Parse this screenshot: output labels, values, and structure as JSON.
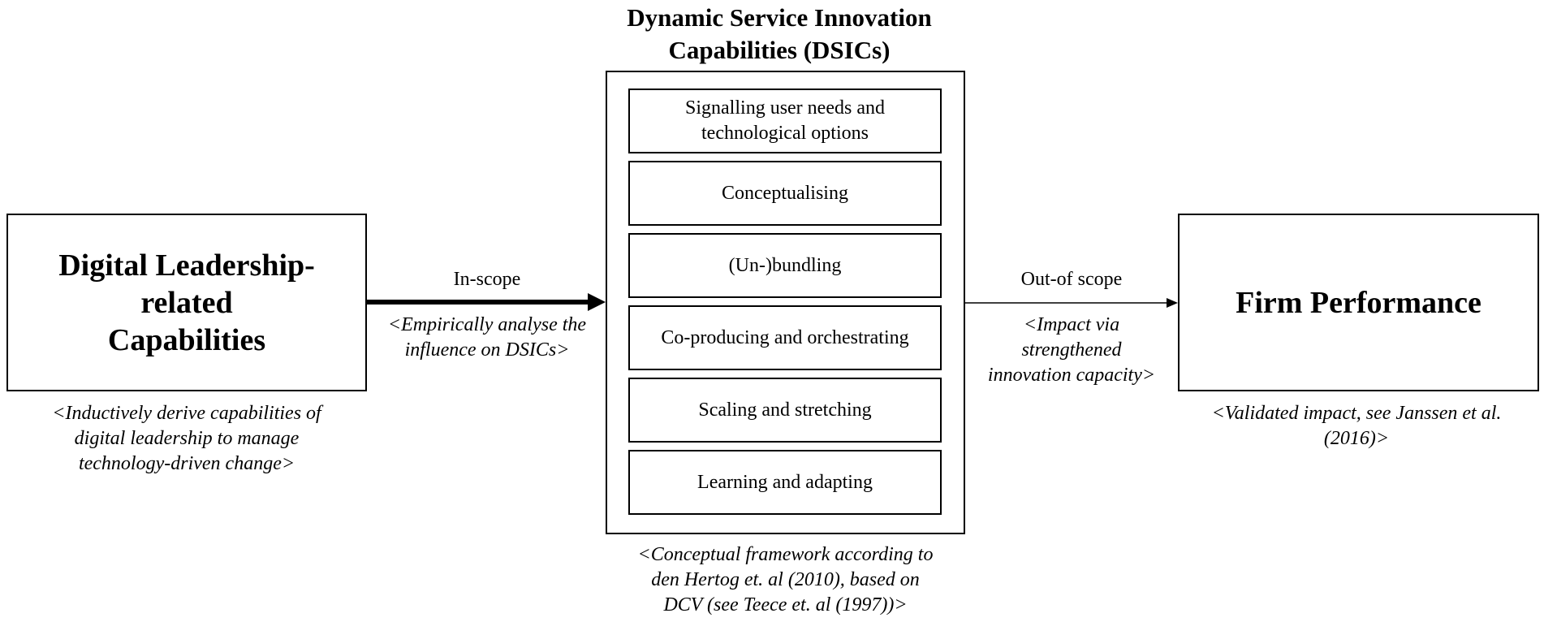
{
  "left": {
    "title": [
      "Digital Leadership-",
      "related",
      "Capabilities"
    ],
    "note": [
      "<Inductively derive capabilities of",
      "digital leadership to manage",
      "technology-driven change>"
    ]
  },
  "center": {
    "title": [
      "Dynamic Service Innovation",
      "Capabilities (DSICs)"
    ],
    "capabilities": [
      [
        "Signalling user needs and",
        "technological options"
      ],
      [
        "Conceptualising"
      ],
      [
        "(Un-)bundling"
      ],
      [
        "Co-producing and orchestrating"
      ],
      [
        "Scaling and stretching"
      ],
      [
        "Learning and adapting"
      ]
    ],
    "note": [
      "<Conceptual framework according to",
      "den Hertog et. al (2010), based on",
      "DCV (see Teece et. al (1997))>"
    ]
  },
  "right": {
    "title": "Firm Performance",
    "note": [
      "<Validated impact, see Janssen et al.",
      "(2016)>"
    ]
  },
  "arrows": {
    "in_scope": {
      "label": "In-scope",
      "note": [
        "<Empirically analyse the",
        "influence on DSICs>"
      ]
    },
    "out_scope": {
      "label": "Out-of scope",
      "note": [
        "<Impact via",
        "strengthened",
        "innovation capacity>"
      ]
    }
  }
}
